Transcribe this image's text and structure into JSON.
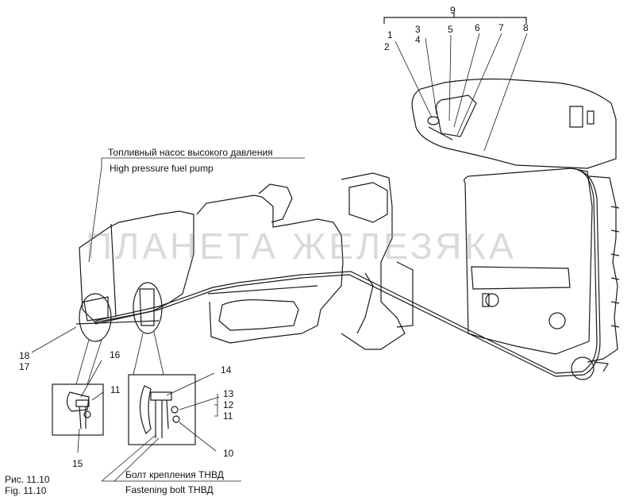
{
  "labels": {
    "pump_ru": "Топливный насос высокого давления",
    "pump_en": "High pressure fuel pump",
    "bolt_ru": "Болт крепления ТНВД",
    "bolt_en": "Fastening bolt  ТНВД",
    "fig_ru": "Рис. 11.10",
    "fig_en": "Fig. 11.10"
  },
  "callouts": {
    "n1": "1",
    "n2": "2",
    "n3": "3",
    "n4": "4",
    "n5": "5",
    "n6": "6",
    "n7": "7",
    "n8": "8",
    "n9": "9",
    "n10": "10",
    "n11a": "11",
    "n11b": "11",
    "n12": "12",
    "n13": "13",
    "n14": "14",
    "n15": "15",
    "n16": "16",
    "n17": "17",
    "n18": "18"
  },
  "watermark": "ПЛАНЕТА ЖЕЛЕЗЯКА",
  "colors": {
    "line": "#1a1a1a",
    "watermark": "#969696"
  }
}
